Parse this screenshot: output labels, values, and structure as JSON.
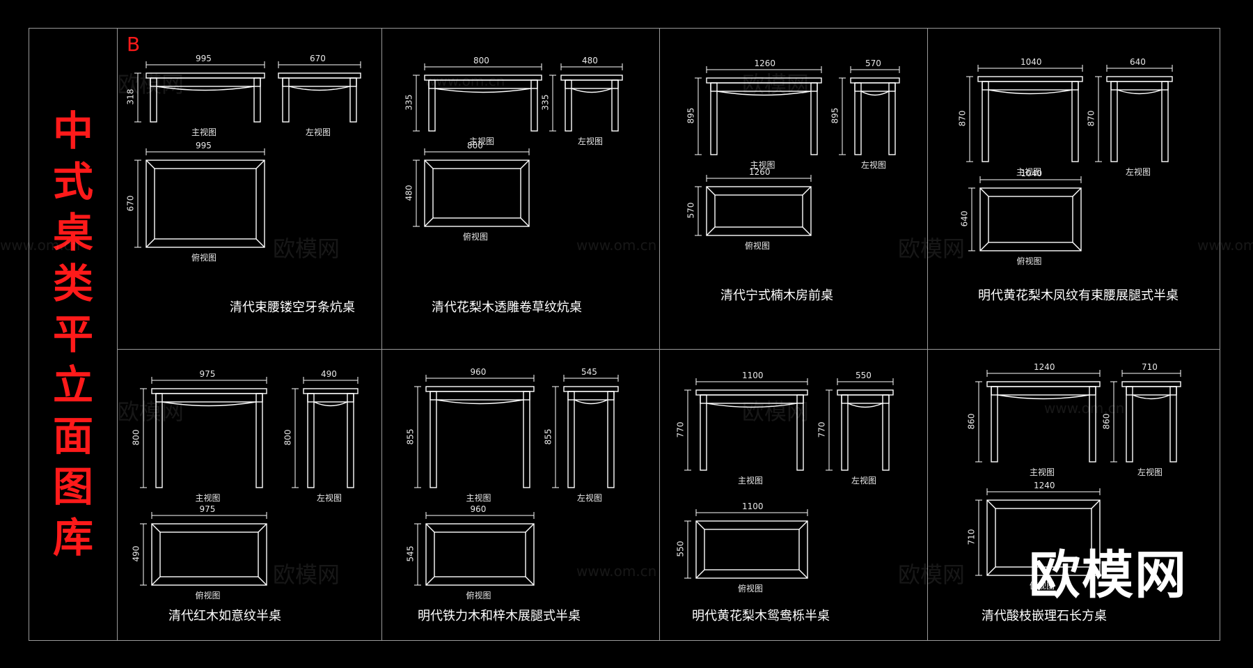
{
  "sheet_label": "B",
  "library_title": [
    "中",
    "式",
    "桌",
    "类",
    "平",
    "立",
    "面",
    "图",
    "库"
  ],
  "view_labels": {
    "front": "主视图",
    "left": "左视图",
    "top": "俯视图"
  },
  "tables": [
    {
      "id": "t1",
      "title": "清代束腰镂空牙条炕桌",
      "front": {
        "w": "995",
        "h": "318"
      },
      "left": {
        "w": "670"
      },
      "top": {
        "w": "995",
        "d": "670"
      }
    },
    {
      "id": "t2",
      "title": "清代花梨木透雕卷草纹炕桌",
      "front": {
        "w": "800",
        "h": "335"
      },
      "left": {
        "w": "480",
        "h": "335"
      },
      "top": {
        "w": "800",
        "d": "480"
      }
    },
    {
      "id": "t3",
      "title": "清代宁式楠木房前桌",
      "front": {
        "w": "1260",
        "h": "895"
      },
      "left": {
        "w": "570",
        "h": "895"
      },
      "top": {
        "w": "1260",
        "d": "570"
      }
    },
    {
      "id": "t4",
      "title": "明代黄花梨木凤纹有束腰展腿式半桌",
      "front": {
        "w": "1040",
        "h": "870"
      },
      "left": {
        "w": "640",
        "h": "870"
      },
      "top": {
        "w": "1040",
        "d": "640"
      }
    },
    {
      "id": "t5",
      "title": "清代红木如意纹半桌",
      "front": {
        "w": "975",
        "h": "800"
      },
      "left": {
        "w": "490",
        "h": "800"
      },
      "top": {
        "w": "975",
        "d": "490"
      }
    },
    {
      "id": "t6",
      "title": "明代铁力木和梓木展腿式半桌",
      "front": {
        "w": "960",
        "h": "855"
      },
      "left": {
        "w": "545",
        "h": "855"
      },
      "top": {
        "w": "960",
        "d": "545"
      }
    },
    {
      "id": "t7",
      "title": "明代黄花梨木鸳鸯栎半桌",
      "front": {
        "w": "1100",
        "h": "770"
      },
      "left": {
        "w": "550",
        "h": "770"
      },
      "top": {
        "w": "1100",
        "d": "550"
      }
    },
    {
      "id": "t8",
      "title": "清代酸枝嵌理石长方桌",
      "front": {
        "w": "1240",
        "h": "860"
      },
      "left": {
        "w": "710",
        "h": "860"
      },
      "top": {
        "w": "1240",
        "d": "710"
      }
    }
  ],
  "watermark_text": "欧模网",
  "watermark_url": "www.om.cn",
  "brand_watermark": "欧模网"
}
